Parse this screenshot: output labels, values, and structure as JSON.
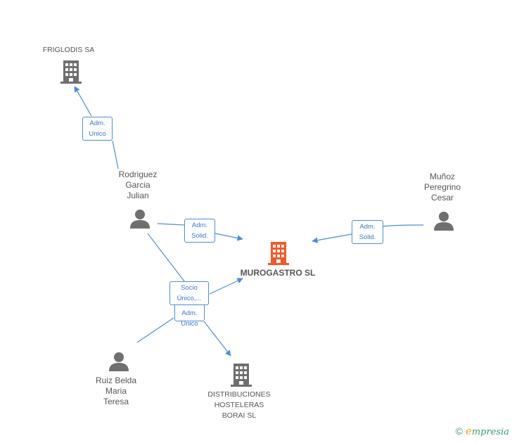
{
  "colors": {
    "edge": "#4a8fd9",
    "main_company": "#f05a28",
    "company": "#6f6f6f",
    "person": "#6f6f6f",
    "brand": "#3b9a74",
    "brand_accent": "#f0a020"
  },
  "nodes": {
    "main": {
      "label": "MUROGASTRO SL",
      "icon": "building-icon"
    },
    "friglodis": {
      "label": "FRIGLODIS SA",
      "icon": "building-icon"
    },
    "distribuciones": {
      "label": "DISTRIBUCIONES\nHOSTELERAS\nBORAI SL",
      "icon": "building-icon"
    },
    "rodriguez": {
      "label": "Rodriguez\nGarcia\nJulian",
      "icon": "person-icon"
    },
    "munoz": {
      "label": "Muñoz\nPeregrino\nCesar",
      "icon": "person-icon"
    },
    "ruiz": {
      "label": "Ruiz Belda\nMaria\nTeresa",
      "icon": "person-icon"
    }
  },
  "relations": {
    "rodriguez_friglodis": "Adm.\nUnico",
    "rodriguez_main": "Adm.\nSolid.",
    "munoz_main": "Adm.\nSolid.",
    "rodriguez_distribuciones": "Adm.\nUnico",
    "ruiz_main": "Socio\nÚnico,..."
  },
  "footer": {
    "copyright": "©",
    "brand_initial": "e",
    "brand_rest": "mpresia"
  }
}
